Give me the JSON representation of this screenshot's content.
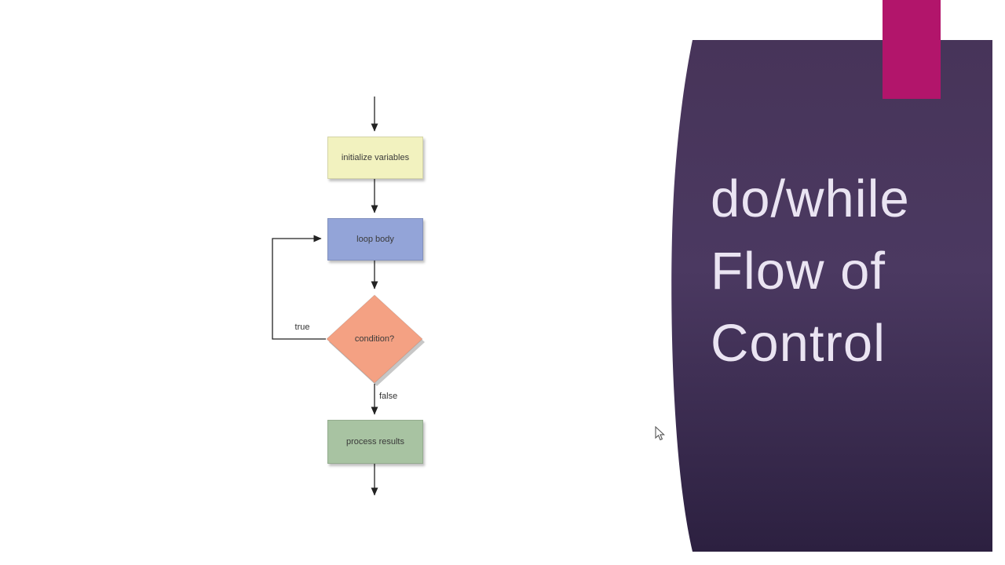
{
  "slide": {
    "title_lines": [
      "do/while",
      "Flow of",
      "Control"
    ],
    "title_color": "#eae4f2",
    "panel_color": "#3f2e55",
    "accent_tab_color": "#b2156b",
    "background_color": "#ffffff"
  },
  "flowchart": {
    "nodes": [
      {
        "label": "initialize variables",
        "type": "process",
        "fill": "#f2f2bf"
      },
      {
        "label": "loop body",
        "type": "process",
        "fill": "#93a4d8"
      },
      {
        "label": "condition?",
        "type": "decision",
        "fill": "#f4a183"
      },
      {
        "label": "process results",
        "type": "process",
        "fill": "#a8c3a2"
      }
    ],
    "edges": {
      "true_label": "true",
      "false_label": "false"
    },
    "line_color": "#222222"
  }
}
